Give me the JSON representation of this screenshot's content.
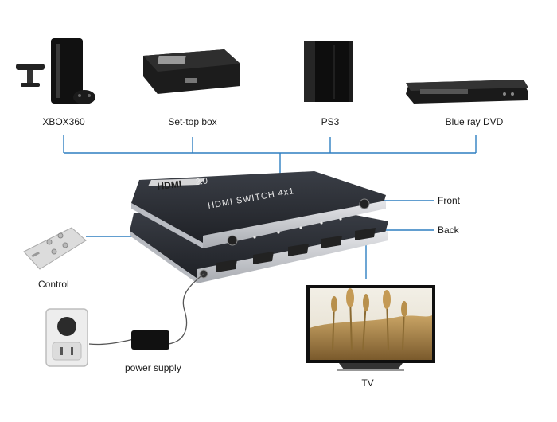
{
  "sources": [
    {
      "label": "XBOX360"
    },
    {
      "label": "Set-top box"
    },
    {
      "label": "PS3"
    },
    {
      "label": "Blue ray DVD"
    }
  ],
  "switch": {
    "logo_text": "HDMI",
    "version": "2.0",
    "model": "HDMI  SWITCH  4x1",
    "front_label": "Front",
    "back_label": "Back"
  },
  "control": {
    "label": "Control"
  },
  "power": {
    "label": "power supply"
  },
  "tv": {
    "label": "TV"
  },
  "colors": {
    "line": "#2f7fc1",
    "device_dark": "#2d3036",
    "device_silver": "#c9cbcf",
    "port": "#222222"
  }
}
